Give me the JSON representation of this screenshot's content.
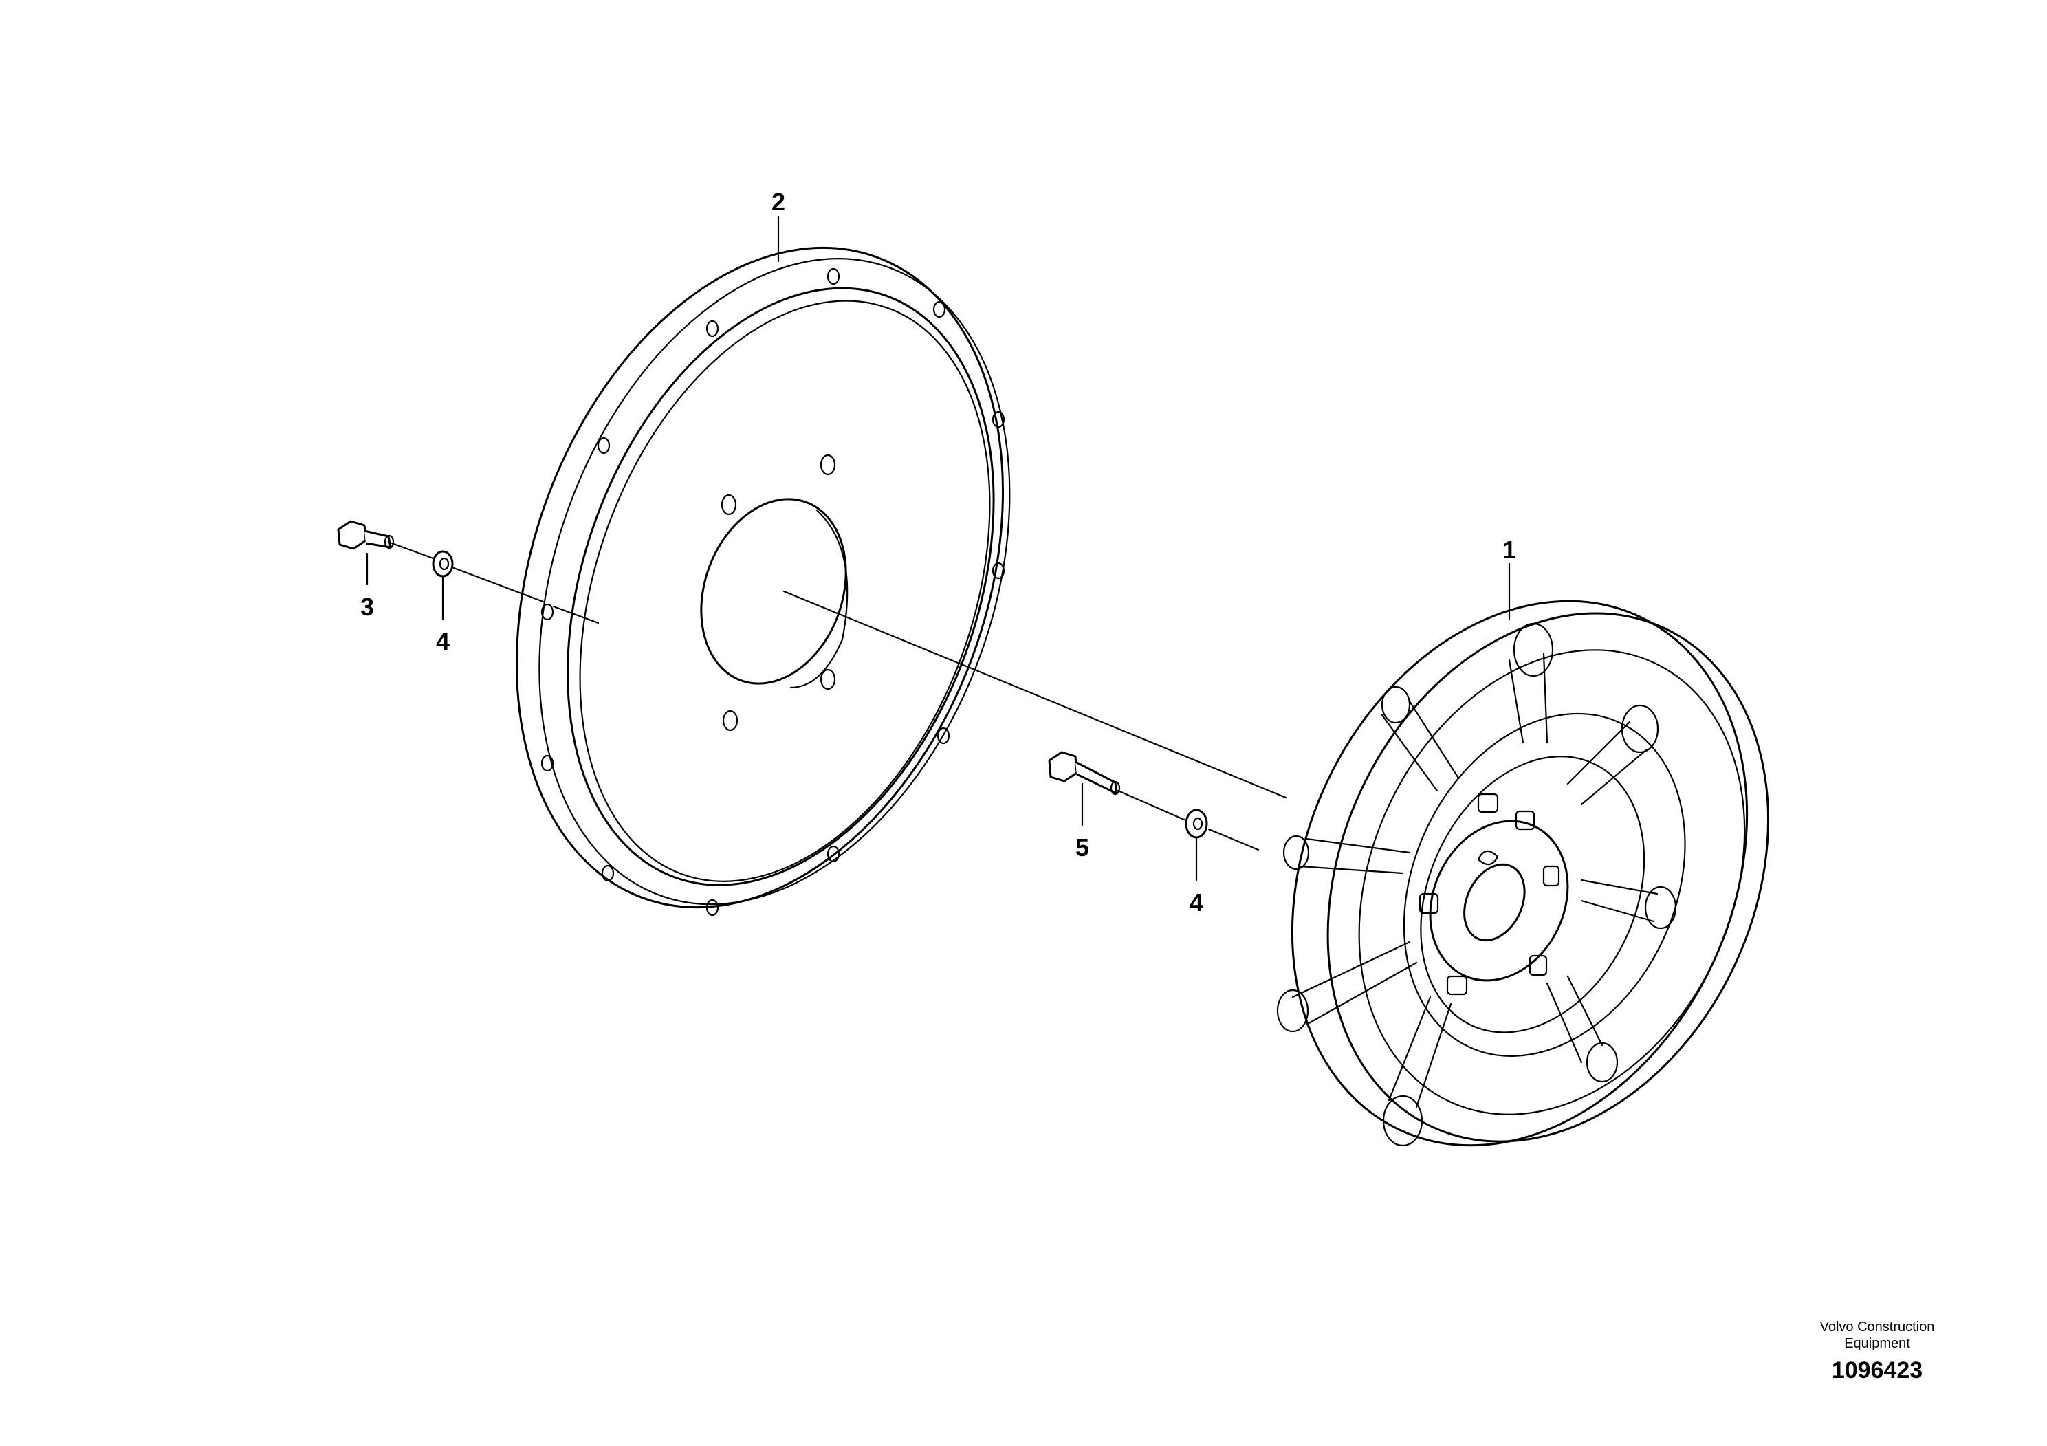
{
  "callouts": {
    "part1": "1",
    "part2": "2",
    "part3": "3",
    "part4a": "4",
    "part4b": "4",
    "part5": "5"
  },
  "credit": {
    "line1": "Volvo Construction",
    "line2": "Equipment",
    "number": "1096423"
  }
}
